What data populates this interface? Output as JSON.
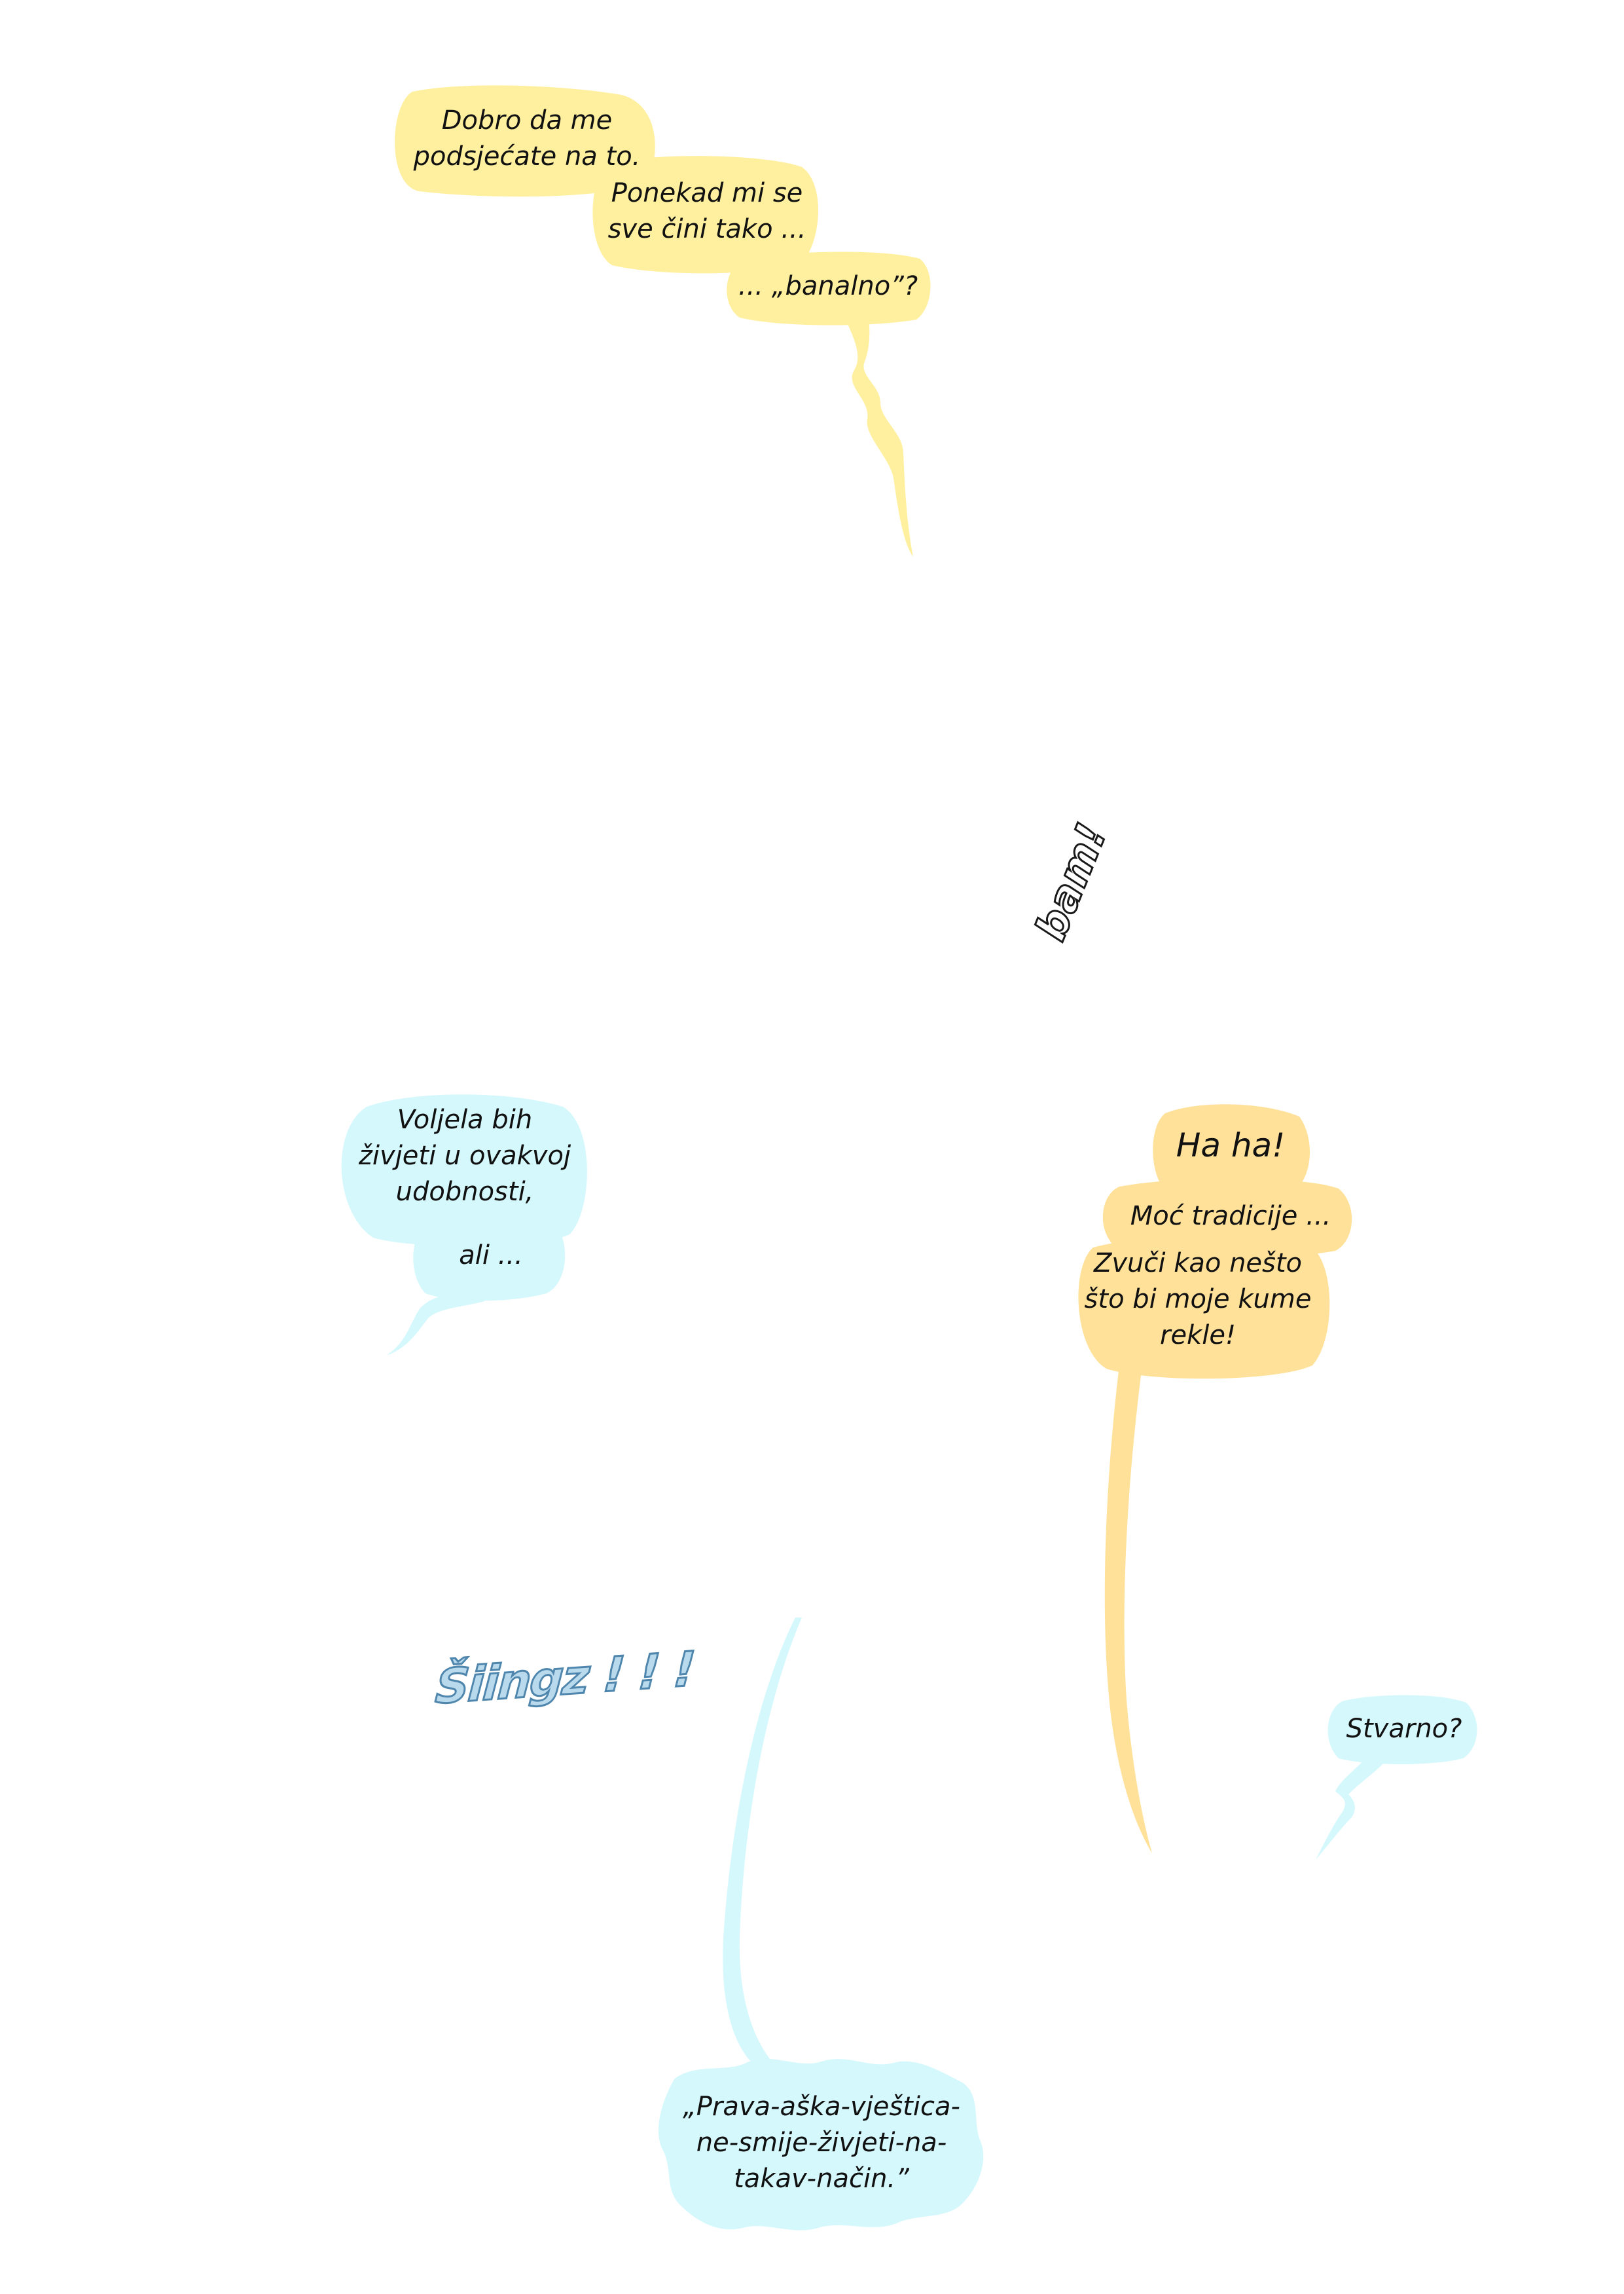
{
  "colors": {
    "yellow_bubble": "#fff0a0",
    "orange_bubble": "#ffe19a",
    "cyan_bubble": "#d5f8fd",
    "sfx_stroke": "#1a1a1a",
    "siingz_fill": "#b9d9ec",
    "siingz_stroke": "#4f86ad"
  },
  "bubbles": {
    "dobro": "Dobro da me\npodsjećate na to.",
    "ponekad": "Ponekad mi se\nsve čini tako ...",
    "banalno": "... „banalno”?",
    "voljela": "Voljela bih\nživjeti u ovakvoj\nudobnosti,",
    "ali": "ali ...",
    "haha": "Ha ha!",
    "moc": "Moć tradicije ...",
    "zvuci": "Zvuči kao nešto\nšto bi moje kume\nrekle!",
    "stvarno": "Stvarno?",
    "prava": "„Prava-aška-vještica-\nne-smije-živjeti-na-\ntakav-način.”"
  },
  "sfx": {
    "bam": "bam!",
    "siingz": "Šiingz ! ! !"
  }
}
